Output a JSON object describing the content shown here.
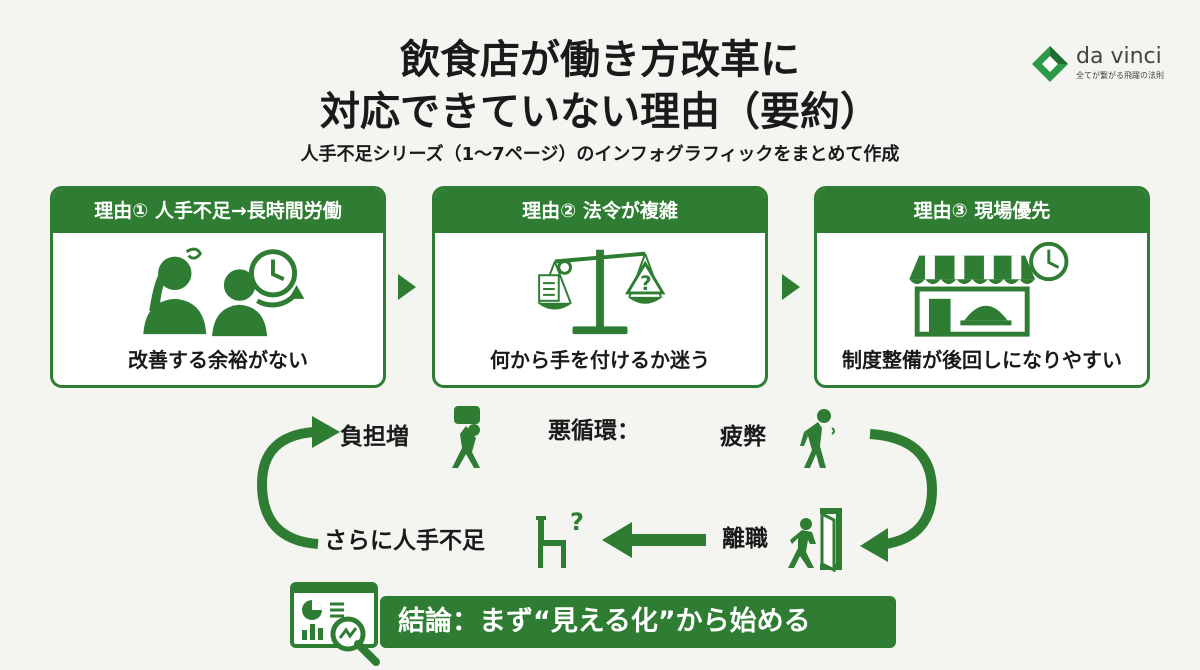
{
  "title": {
    "line1": "飲食店が働き方改革に",
    "line2": "対応できていない理由（要約）"
  },
  "subtitle": "人手不足シリーズ（1〜7ページ）のインフォグラフィックをまとめて作成",
  "logo": {
    "name": "da vinci",
    "tagline": "全てが繋がる飛躍の法則"
  },
  "cards": [
    {
      "header": "理由① 人手不足→長時間労働",
      "caption": "改善する余裕がない",
      "icon": "tired-people-clock-icon"
    },
    {
      "header": "理由② 法令が複雑",
      "caption": "何から手を付けるか迷う",
      "icon": "balance-scale-icon"
    },
    {
      "header": "理由③ 現場優先",
      "caption": "制度整備が後回しになりやすい",
      "icon": "restaurant-storefront-icon"
    }
  ],
  "cycle": {
    "title": "悪循環：",
    "steps": [
      "負担増",
      "疲弊",
      "離職",
      "さらに人手不足"
    ]
  },
  "conclusion": "結論：まず“見える化”から始める",
  "colors": {
    "accent": "#2e7d32",
    "background": "#f4f4f1",
    "text": "#1a1a1a"
  }
}
